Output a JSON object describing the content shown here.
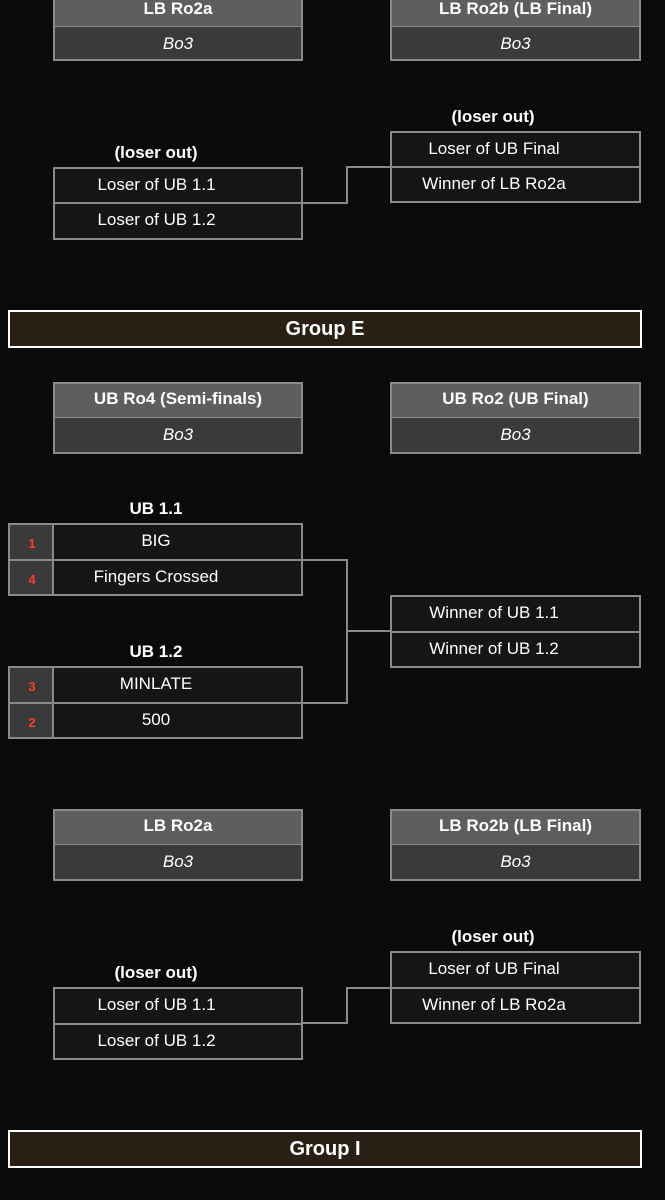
{
  "top": {
    "lb_ro2a": {
      "header": "LB Ro2a",
      "format": "Bo3"
    },
    "lb_ro2b": {
      "header": "LB Ro2b (LB Final)",
      "format": "Bo3"
    },
    "left_match": {
      "label": "(loser out)",
      "teams": [
        "Loser of UB 1.1",
        "Loser of UB 1.2"
      ]
    },
    "right_match": {
      "label": "(loser out)",
      "teams": [
        "Loser of UB Final",
        "Winner of LB Ro2a"
      ]
    }
  },
  "group_e": {
    "title": "Group E",
    "ub_ro4": {
      "header": "UB Ro4 (Semi-finals)",
      "format": "Bo3"
    },
    "ub_ro2": {
      "header": "UB Ro2 (UB Final)",
      "format": "Bo3"
    },
    "ub_1_1": {
      "label": "UB 1.1",
      "teams": [
        {
          "seed": "1",
          "name": "BIG"
        },
        {
          "seed": "4",
          "name": "Fingers Crossed"
        }
      ]
    },
    "ub_1_2": {
      "label": "UB 1.2",
      "teams": [
        {
          "seed": "3",
          "name": "MINLATE"
        },
        {
          "seed": "2",
          "name": "500"
        }
      ]
    },
    "ub_final": {
      "teams": [
        "Winner of UB 1.1",
        "Winner of UB 1.2"
      ]
    },
    "lb_ro2a": {
      "header": "LB Ro2a",
      "format": "Bo3"
    },
    "lb_ro2b": {
      "header": "LB Ro2b (LB Final)",
      "format": "Bo3"
    },
    "lb_left": {
      "label": "(loser out)",
      "teams": [
        "Loser of UB 1.1",
        "Loser of UB 1.2"
      ]
    },
    "lb_right": {
      "label": "(loser out)",
      "teams": [
        "Loser of UB Final",
        "Winner of LB Ro2a"
      ]
    }
  },
  "group_i": {
    "title": "Group I"
  }
}
